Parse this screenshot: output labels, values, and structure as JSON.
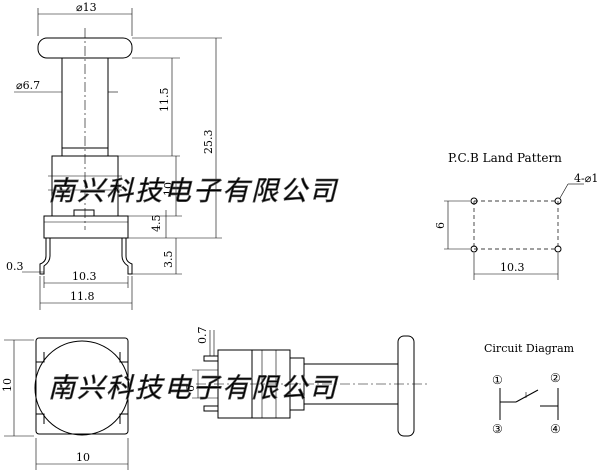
{
  "top_view": {
    "dims": {
      "cap_diameter": "⌀13",
      "stem_diameter": "⌀6.7",
      "stem_length": "11.5",
      "total_height": "25.3",
      "body_height": "10",
      "body_lower": "4.5",
      "pin_length": "3.5",
      "pin_offset": "0.3",
      "pin_pitch": "10.3",
      "body_width": "11.8"
    }
  },
  "pcb": {
    "title": "P.C.B Land Pattern",
    "hole_label": "4-⌀1",
    "vertical_pitch": "6",
    "horizontal_pitch": "10.3"
  },
  "bottom_view": {
    "dims": {
      "cap_height": "10",
      "cap_width": "10",
      "pin_thickness": "0.7",
      "pin_pitch": "6"
    }
  },
  "circuit": {
    "title": "Circuit Diagram",
    "terminals": [
      "①",
      "②",
      "③",
      "④"
    ]
  },
  "watermark": {
    "top": "南兴科技电子有限公司",
    "bottom": "南兴科技电子有限公司"
  }
}
